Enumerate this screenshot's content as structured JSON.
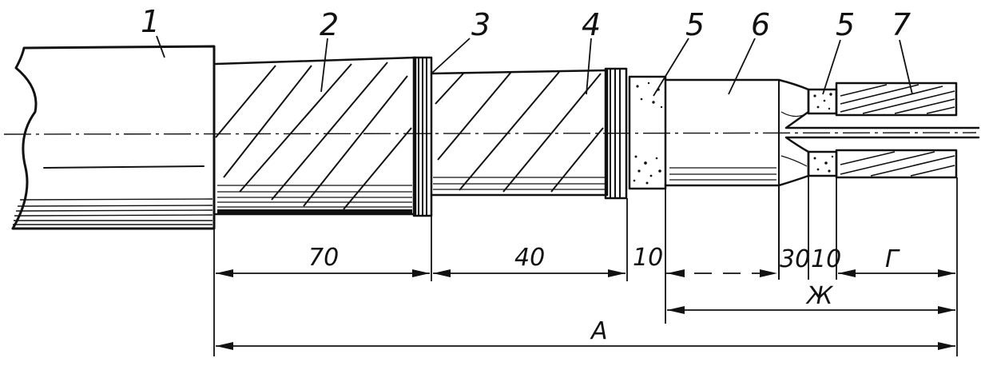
{
  "callouts": {
    "c1": "1",
    "c2": "2",
    "c3": "3",
    "c4": "4",
    "c5a": "5",
    "c6": "6",
    "c5b": "5",
    "c7": "7"
  },
  "dimensions": {
    "d70": "70",
    "d40": "40",
    "d10a": "10",
    "d30": "30",
    "d10b": "10",
    "dG": "Г",
    "dZh": "Ж",
    "dA": "А"
  }
}
